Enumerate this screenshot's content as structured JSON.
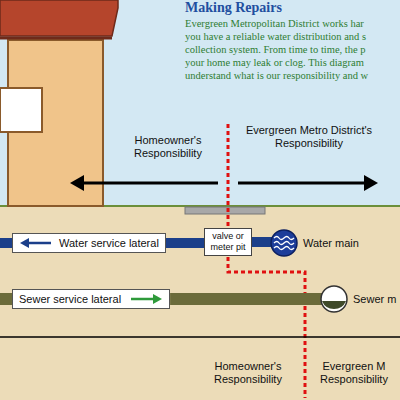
{
  "diagram": {
    "title": "Making Repairs",
    "nodes": [
      {
        "text": [
          "Water service lateral"
        ]
      },
      {
        "text": [
          "valve or meter pit"
        ]
      },
      {
        "text": [
          "Water main"
        ]
      },
      {
        "text": [
          "Sewer service lateral"
        ]
      },
      {
        "text": [
          "Sewer m"
        ]
      }
    ],
    "edges": [
      {
        "from": 0,
        "to": 1,
        "arrow": "none"
      },
      {
        "from": 1,
        "to": 2,
        "arrow": "none"
      },
      {
        "from": 3,
        "to": 4,
        "arrow": "none"
      }
    ],
    "labels": [
      "Evergreen Metropolitan District works har",
      "you have a reliable water distribution and s",
      "collection system. From time to time, the p",
      "your home may leak or clog. This diagram",
      "understand what is our responsibility and w",
      "Homeowner's Responsibility",
      "Evergreen Metro District's Responsibility",
      "Homeowner's Responsibility",
      "Evergreen M Responsibility"
    ]
  }
}
